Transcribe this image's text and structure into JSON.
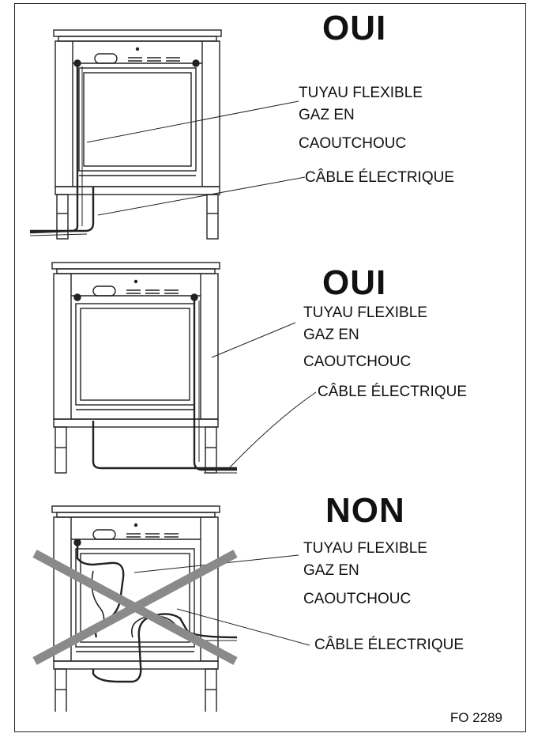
{
  "panels": [
    {
      "verdict": "OUI",
      "hose_label": [
        "TUYAU FLEXIBLE",
        "GAZ EN",
        "CAOUTCHOUC"
      ],
      "cable_label": "CÂBLE ÉLECTRIQUE"
    },
    {
      "verdict": "OUI",
      "hose_label": [
        "TUYAU FLEXIBLE",
        "GAZ EN",
        "CAOUTCHOUC"
      ],
      "cable_label": "CÂBLE ÉLECTRIQUE"
    },
    {
      "verdict": "NON",
      "hose_label": [
        "TUYAU FLEXIBLE",
        "GAZ EN",
        "CAOUTCHOUC"
      ],
      "cable_label": "CÂBLE ÉLECTRIQUE"
    }
  ],
  "figure_ref": "FO 2289",
  "colors": {
    "line": "#222222",
    "cross": "#8a8a8a"
  }
}
